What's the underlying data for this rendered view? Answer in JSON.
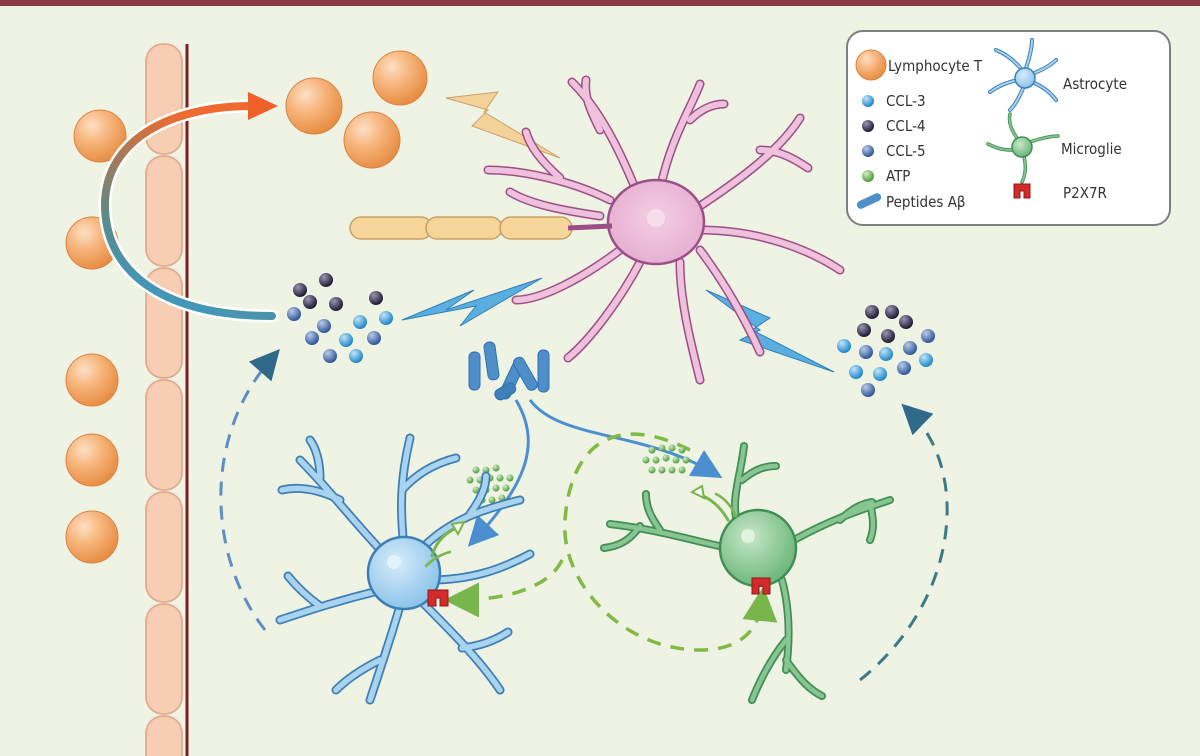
{
  "colors": {
    "background": "#eef3e4",
    "top_border": "#8c3a44",
    "lymphocyte": "#f2a25f",
    "vessel_wall": "#f7cdb3",
    "vessel_line": "#7a1f26",
    "neuron": "#f0c1dc",
    "neuron_stroke": "#9b4f86",
    "axon": "#f6d59b",
    "astrocyte": "#a9d3ef",
    "astrocyte_stroke": "#3d7fb5",
    "microglia": "#89c590",
    "microglia_stroke": "#3f8f55",
    "ccl3": "#2f9ad7",
    "ccl4": "#2a2440",
    "ccl5": "#3a66a8",
    "atp": "#72b35a",
    "amyloid": "#4f8fc9",
    "p2x7r": "#d42a2a",
    "lightning_blue": "#5aaee0",
    "lightning_yellow": "#f3d29a"
  },
  "legend": {
    "lymphocyte": "Lymphocyte T",
    "ccl3": "CCL-3",
    "ccl4": "CCL-4",
    "ccl5": "CCL-5",
    "atp": "ATP",
    "peptides": "Peptides Aβ",
    "astrocyte": "Astrocyte",
    "microglia": "Microglie",
    "p2x7r": "P2X7R"
  },
  "icons": {
    "lymphocyte": "lymphocyte-icon",
    "astrocyte": "astrocyte-icon",
    "microglia": "microglia-icon",
    "receptor": "p2x7r-icon",
    "peptide": "peptide-icon"
  }
}
